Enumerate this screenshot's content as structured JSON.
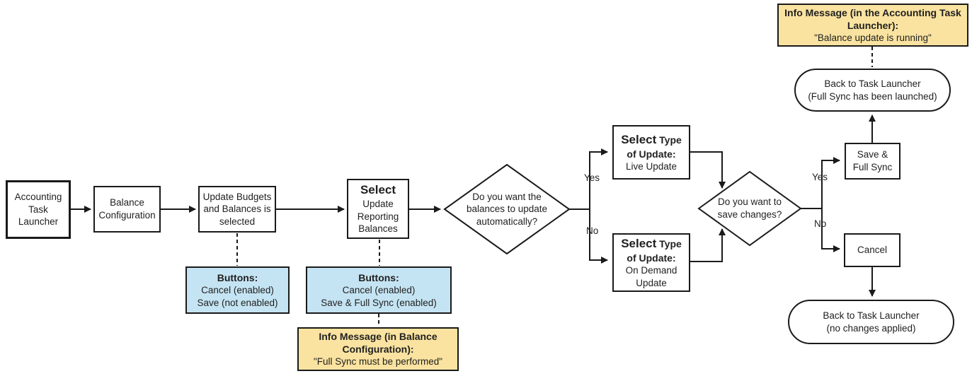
{
  "diagram": {
    "nodes": {
      "accounting_task_launcher": {
        "label": "Accounting\nTask\nLauncher"
      },
      "balance_configuration": {
        "label": "Balance\nConfiguration"
      },
      "update_budgets_selected": {
        "label": "Update Budgets\nand Balances is\nselected"
      },
      "select_update_reporting_balances": {
        "title": "Select",
        "body": "Update\nReporting\nBalances"
      },
      "decision_auto_update": {
        "question": "Do you want the\nbalances to update\nautomatically?"
      },
      "select_type_live": {
        "title_big": "Select",
        "title_rest": " Type\nof Update:",
        "body": "Live Update"
      },
      "select_type_on_demand": {
        "title_big": "Select",
        "title_rest": " Type\nof Update:",
        "body": "On Demand\nUpdate"
      },
      "decision_save_changes": {
        "question": "Do you want to\nsave changes?"
      },
      "save_full_sync": {
        "label": "Save &\nFull Sync"
      },
      "cancel": {
        "label": "Cancel"
      },
      "back_full_sync": {
        "label": "Back to Task Launcher\n(Full Sync has been launched)"
      },
      "back_no_changes": {
        "label": "Back to Task Launcher\n(no changes applied)"
      },
      "info_balance_update_running": {
        "title": "Info Message (in the Accounting Task\nLauncher):",
        "body": "\"Balance update is running\""
      },
      "buttons_save_not_enabled": {
        "title": "Buttons:",
        "body": "Cancel (enabled)\nSave (not enabled)"
      },
      "buttons_full_sync_enabled": {
        "title": "Buttons:",
        "body": "Cancel (enabled)\nSave & Full Sync (enabled)"
      },
      "info_full_sync_required": {
        "title": "Info Message (in Balance\nConfiguration):",
        "body": "\"Full Sync must be performed\""
      }
    },
    "edge_labels": {
      "yes_auto": "Yes",
      "no_auto": "No",
      "yes_save": "Yes",
      "no_save": "No"
    },
    "colors": {
      "note_yellow": "#FAE3A0",
      "callout_blue": "#C5E4F3",
      "line": "#1A1A1A"
    }
  }
}
